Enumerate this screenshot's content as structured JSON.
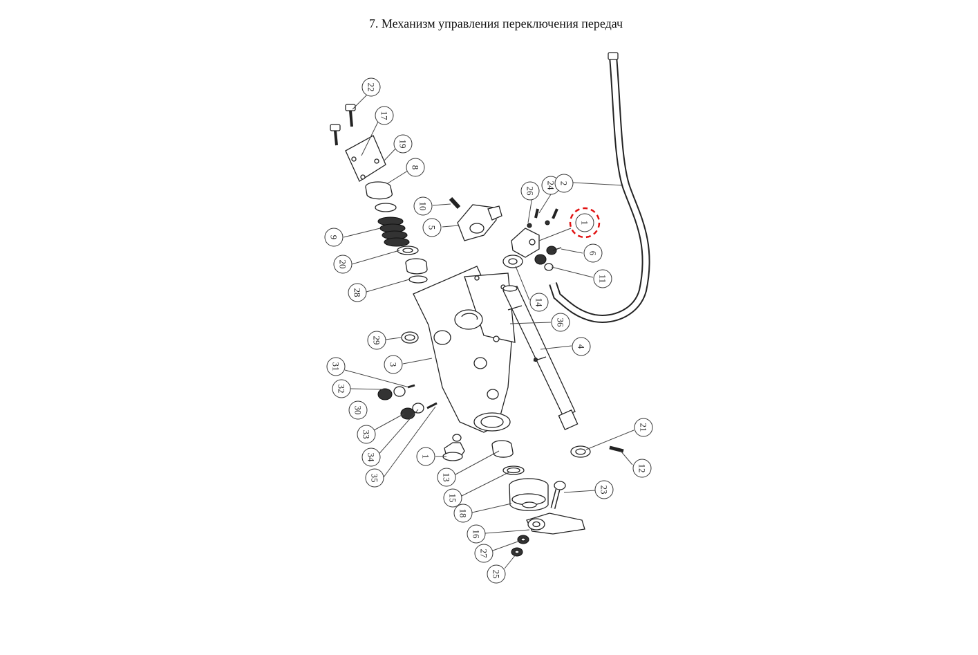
{
  "title": "7. Механизм управления переключения передач",
  "accent_color": "#e11111",
  "highlighted_callout": "1",
  "callouts": [
    {
      "id": "c22",
      "label": "22"
    },
    {
      "id": "c17",
      "label": "17"
    },
    {
      "id": "c19",
      "label": "19"
    },
    {
      "id": "c8",
      "label": "8"
    },
    {
      "id": "c9",
      "label": "9"
    },
    {
      "id": "c20",
      "label": "20"
    },
    {
      "id": "c28",
      "label": "28"
    },
    {
      "id": "c29",
      "label": "29"
    },
    {
      "id": "c3",
      "label": "3"
    },
    {
      "id": "c31",
      "label": "31"
    },
    {
      "id": "c32",
      "label": "32"
    },
    {
      "id": "c30",
      "label": "30"
    },
    {
      "id": "c33",
      "label": "33"
    },
    {
      "id": "c34",
      "label": "34"
    },
    {
      "id": "c35",
      "label": "35"
    },
    {
      "id": "c10",
      "label": "10"
    },
    {
      "id": "c5",
      "label": "5"
    },
    {
      "id": "c26",
      "label": "26"
    },
    {
      "id": "c24",
      "label": "24"
    },
    {
      "id": "c2",
      "label": "2"
    },
    {
      "id": "c1top",
      "label": "1"
    },
    {
      "id": "c6",
      "label": "6"
    },
    {
      "id": "c11",
      "label": "11"
    },
    {
      "id": "c14",
      "label": "14"
    },
    {
      "id": "c36",
      "label": "36"
    },
    {
      "id": "c4",
      "label": "4"
    },
    {
      "id": "c21",
      "label": "21"
    },
    {
      "id": "c12",
      "label": "12"
    },
    {
      "id": "c1",
      "label": "1"
    },
    {
      "id": "c13",
      "label": "13"
    },
    {
      "id": "c15",
      "label": "15"
    },
    {
      "id": "c18",
      "label": "18"
    },
    {
      "id": "c23",
      "label": "23"
    },
    {
      "id": "c16",
      "label": "16"
    },
    {
      "id": "c27",
      "label": "27"
    },
    {
      "id": "c25",
      "label": "25"
    }
  ]
}
